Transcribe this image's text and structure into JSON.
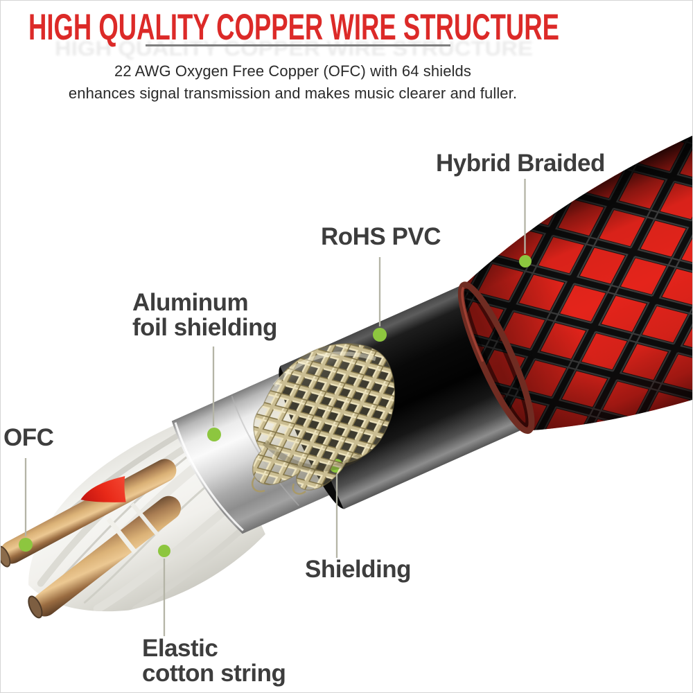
{
  "header": {
    "title": "HIGH QUALITY COPPER WIRE STRUCTURE",
    "subtitle_line1": "22 AWG Oxygen Free Copper (OFC) with 64 shields",
    "subtitle_line2": "enhances signal transmission and makes music clearer and fuller."
  },
  "diagram": {
    "callouts": [
      {
        "id": "hybrid-braided",
        "label": "Hybrid Braided"
      },
      {
        "id": "rohs-pvc",
        "label": "RoHS PVC"
      },
      {
        "id": "aluminum-foil-shielding",
        "label": "Aluminum\nfoil shielding"
      },
      {
        "id": "ofc",
        "label": "OFC"
      },
      {
        "id": "shielding",
        "label": "Shielding"
      },
      {
        "id": "elastic-cotton-string",
        "label": "Elastic\ncotton string"
      }
    ],
    "colors": {
      "title_red": "#dc2a28",
      "dot_green": "#8dc63f",
      "callout_line": "#b4b4a6",
      "label_text": "#3d3d3d",
      "braid_red": "#e4241b",
      "pvc_black": "#0d0d0d",
      "shield_mesh_khaki": "#cabd92",
      "foil_silver": "#d8d8d8",
      "copper": "#b98a5e",
      "cotton_white": "#f4f4f1"
    }
  }
}
